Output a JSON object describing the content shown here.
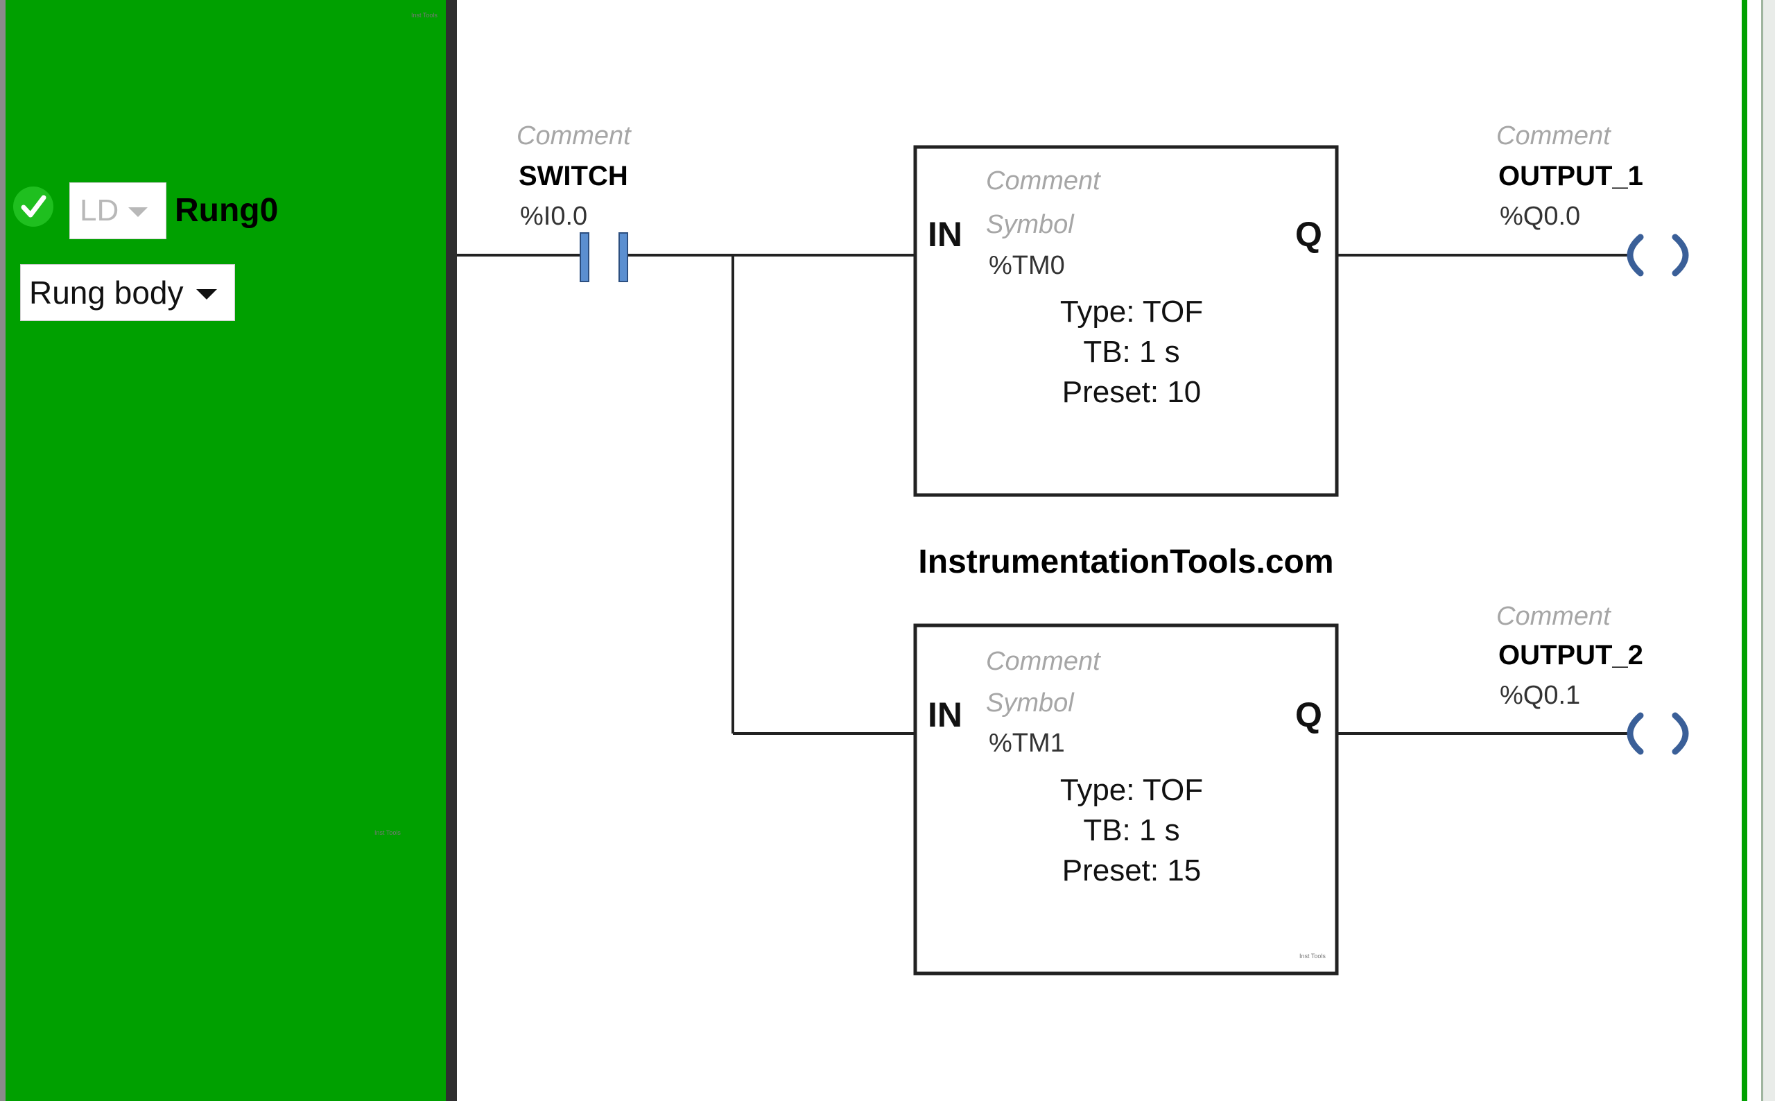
{
  "rung": {
    "status_icon": "check-circle-icon",
    "language": "LD",
    "name": "Rung0",
    "section": "Rung body"
  },
  "contact": {
    "comment": "Comment",
    "symbol": "SWITCH",
    "address": "%I0.0"
  },
  "timers": [
    {
      "comment": "Comment",
      "symbol_placeholder": "Symbol",
      "address": "%TM0",
      "pin_in": "IN",
      "pin_out": "Q",
      "type_line": "Type: TOF",
      "tb_line": "TB: 1 s",
      "preset_line": "Preset: 10"
    },
    {
      "comment": "Comment",
      "symbol_placeholder": "Symbol",
      "address": "%TM1",
      "pin_in": "IN",
      "pin_out": "Q",
      "type_line": "Type: TOF",
      "tb_line": "TB: 1 s",
      "preset_line": "Preset: 15"
    }
  ],
  "coils": [
    {
      "comment": "Comment",
      "symbol": "OUTPUT_1",
      "address": "%Q0.0"
    },
    {
      "comment": "Comment",
      "symbol": "OUTPUT_2",
      "address": "%Q0.1"
    }
  ],
  "watermark": "InstrumentationTools.com",
  "small_marks": [
    "Inst Tools",
    "Inst Tools",
    "Inst Tools"
  ],
  "colors": {
    "rung_panel": "#00a000",
    "contact": "#5b8fd0",
    "coil": "#3a5f98"
  }
}
